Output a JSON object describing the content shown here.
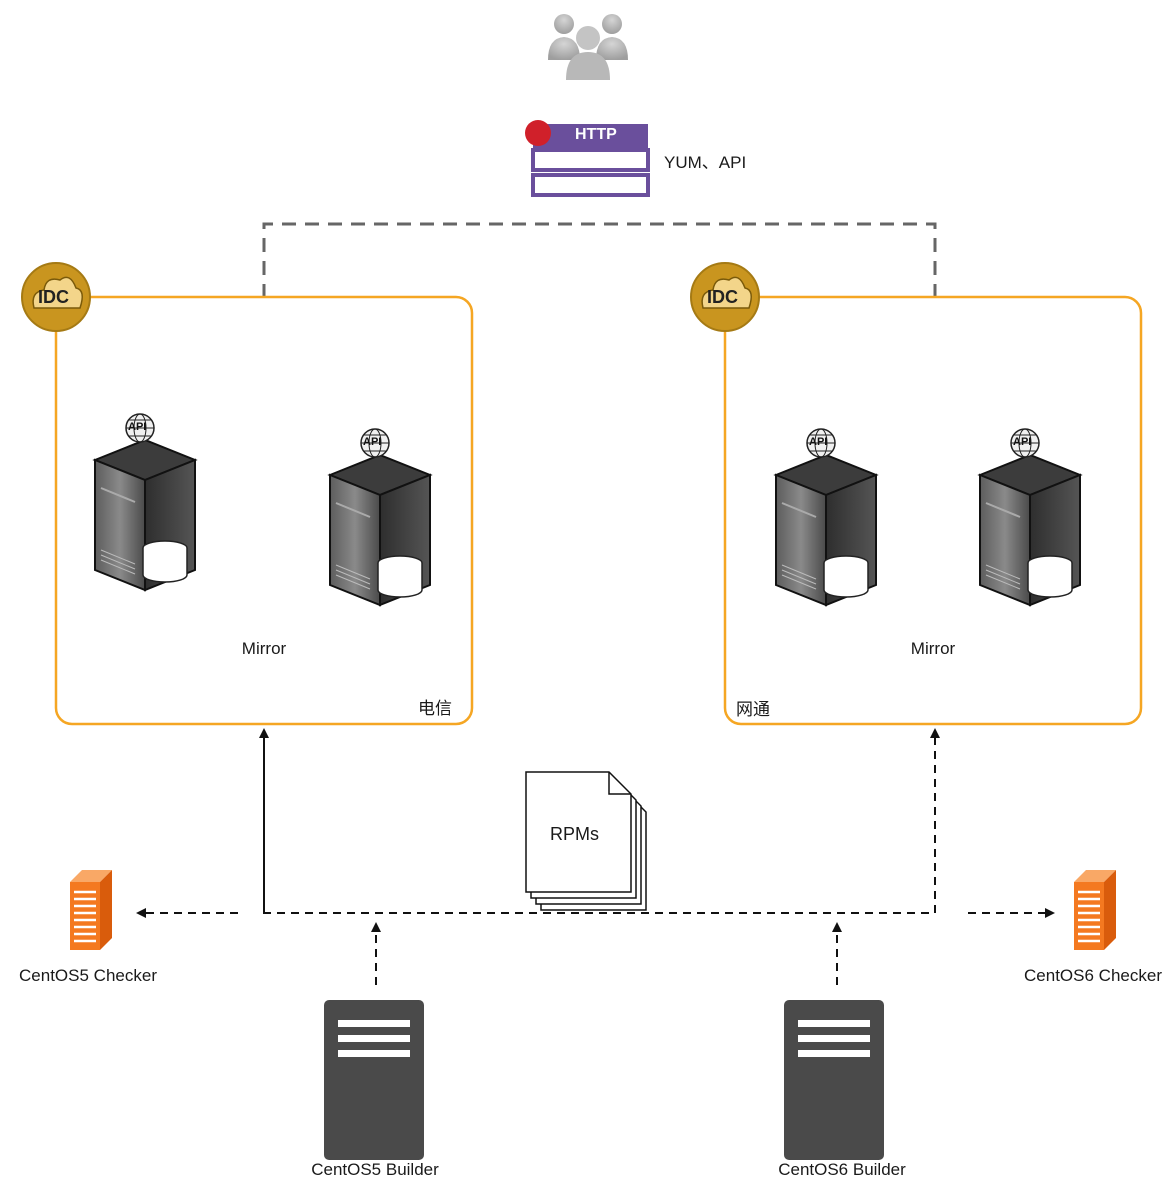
{
  "http_badge": {
    "label": "HTTP",
    "protocol_text": "YUM、API"
  },
  "idc_left": {
    "badge": "IDC",
    "mirror_label": "Mirror",
    "isp_label": "电信"
  },
  "idc_right": {
    "badge": "IDC",
    "mirror_label": "Mirror",
    "isp_label": "网通"
  },
  "server_badge": "API",
  "rpms_label": "RPMs",
  "checkers": [
    {
      "label": "CentOS5 Checker"
    },
    {
      "label": "CentOS6 Checker"
    }
  ],
  "builders": [
    {
      "label": "CentOS5 Builder"
    },
    {
      "label": "CentOS6 Builder"
    }
  ],
  "colors": {
    "idc_border": "#f5a623",
    "idc_badge": "#c9951f",
    "http_purple": "#6a4f9c",
    "dot_red": "#d0202a",
    "checker_orange": "#f47920",
    "builder_gray": "#4a4a4a"
  }
}
